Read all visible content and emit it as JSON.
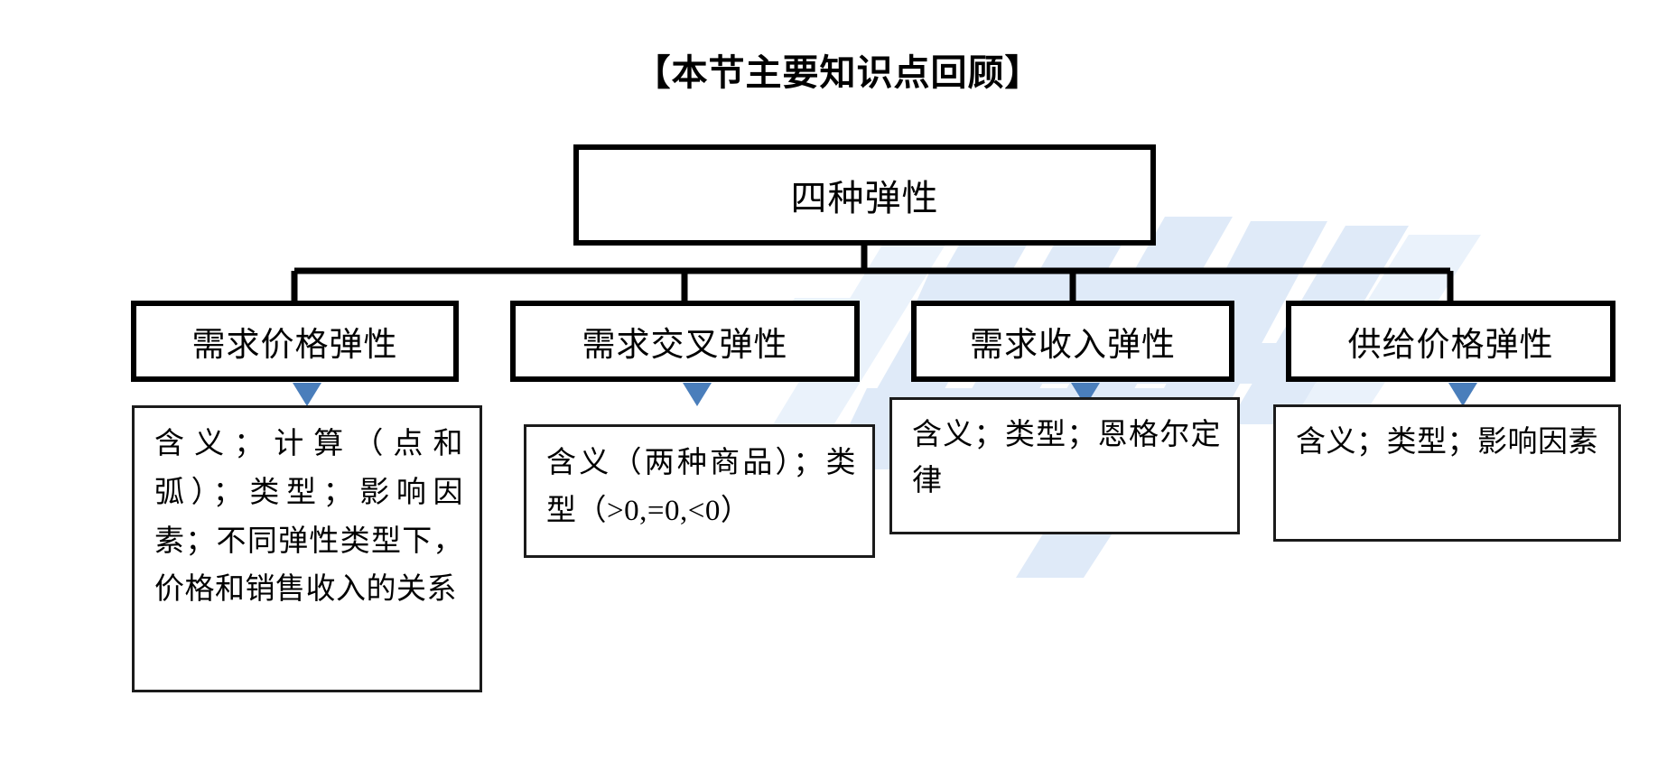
{
  "title": "【本节主要知识点回顾】",
  "colors": {
    "box_border": "#000000",
    "detail_border": "#1b1b1b",
    "arrow_blue": "#4a7ebb",
    "watermark_blue": "#dde9f7",
    "background": "#ffffff",
    "text": "#000000"
  },
  "root": {
    "label": "四种弹性"
  },
  "branches": [
    {
      "label": "需求价格弹性",
      "detail": "含义；计算（点和弧）；类型；影响因素；不同弹性类型下，价格和销售收入的关系",
      "arrow_icon": "down-arrow-icon"
    },
    {
      "label": "需求交叉弹性",
      "detail": "含义（两种商品）；类型（>0,=0,<0）",
      "arrow_icon": "down-arrow-icon"
    },
    {
      "label": "需求收入弹性",
      "detail": "含义；类型；恩格尔定律",
      "arrow_icon": "down-arrow-icon"
    },
    {
      "label": "供给价格弹性",
      "detail": "含义；类型；影响因素",
      "arrow_icon": "down-arrow-icon"
    }
  ]
}
